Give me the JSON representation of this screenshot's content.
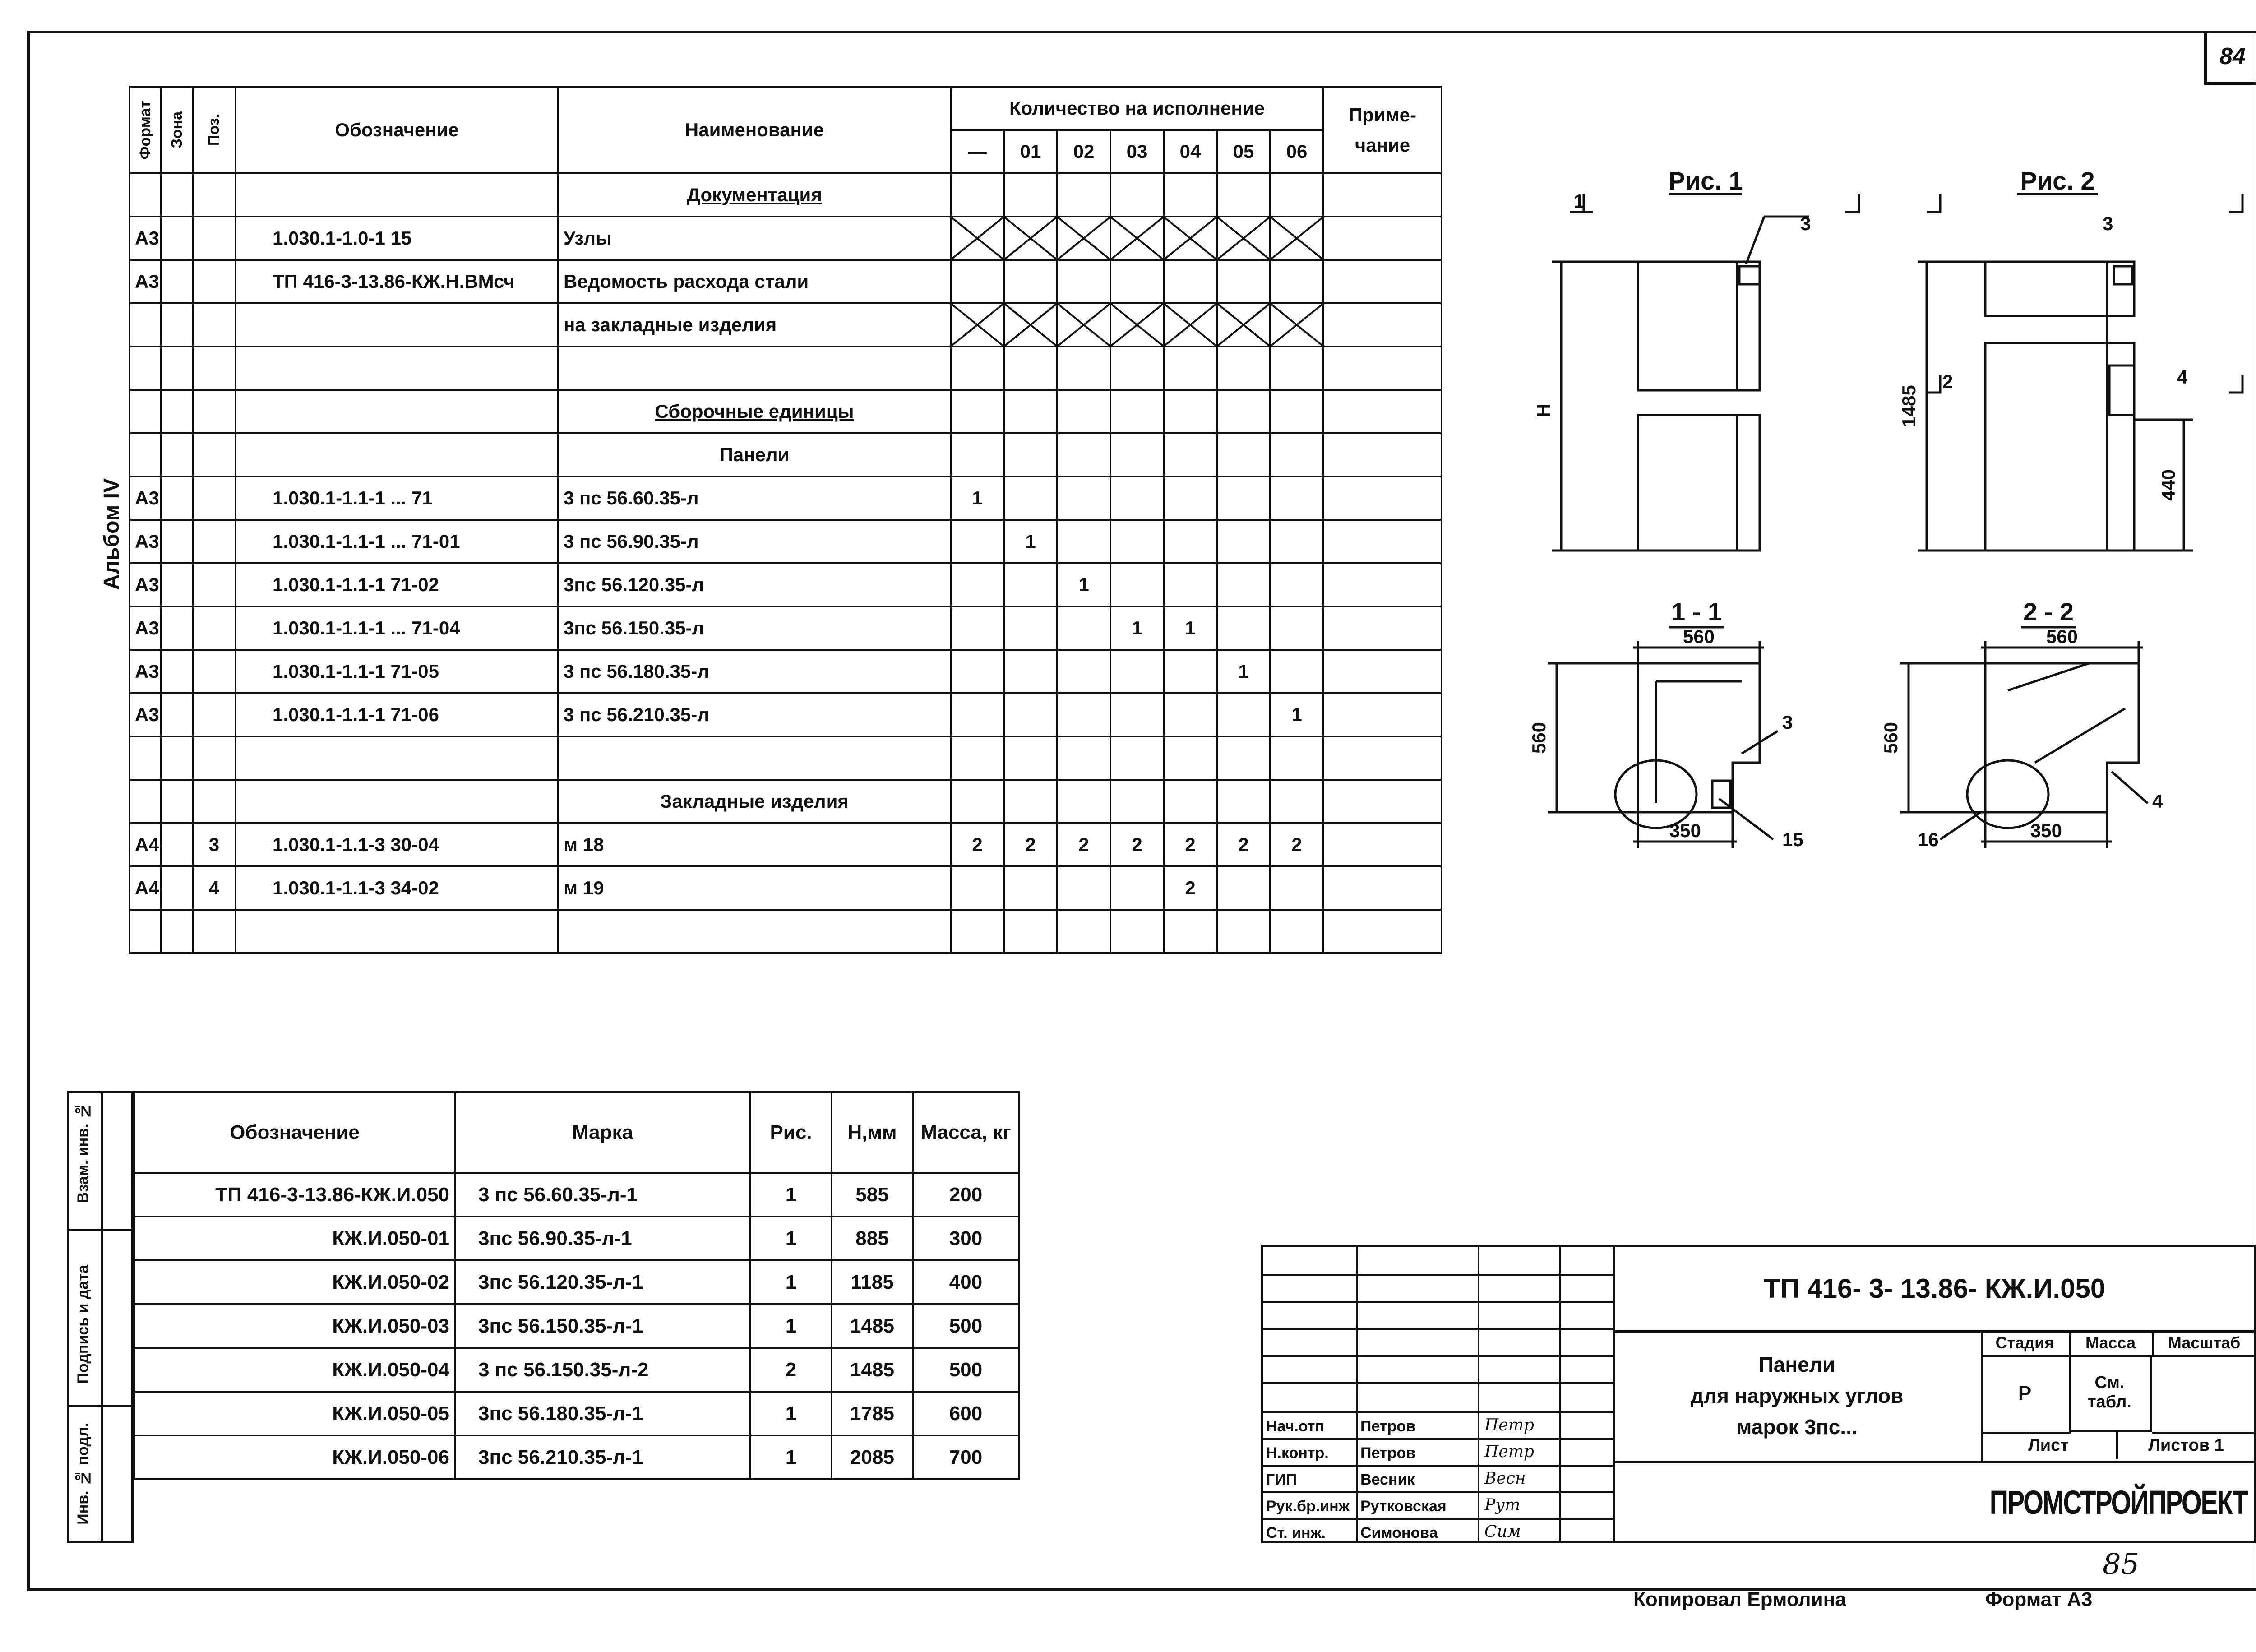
{
  "sheet_number": "84",
  "handwritten_number": "85",
  "album_label": "Альбом IV",
  "spec": {
    "headers": {
      "format": "Формат",
      "zone": "Зона",
      "pos": "Поз.",
      "designation": "Обозначение",
      "name": "Наименование",
      "qty": "Количество на исполнение",
      "note": "Приме-чание",
      "variants": [
        "—",
        "01",
        "02",
        "03",
        "04",
        "05",
        "06"
      ]
    },
    "rows": [
      {
        "fmt": "",
        "zone": "",
        "pos": "",
        "des": "",
        "name": "Документация",
        "q": [
          "",
          "",
          "",
          "",
          "",
          "",
          ""
        ],
        "heading": true,
        "x": false
      },
      {
        "fmt": "А3",
        "zone": "",
        "pos": "",
        "des": "1.030.1-1.0-1    15",
        "name": "Узлы",
        "q": [
          "",
          "",
          "",
          "",
          "",
          "",
          ""
        ],
        "heading": false,
        "x": true
      },
      {
        "fmt": "А3",
        "zone": "",
        "pos": "",
        "des": "ТП 416-3-13.86-КЖ.Н.ВМсч",
        "name": "Ведомость расхода стали",
        "q": [
          "",
          "",
          "",
          "",
          "",
          "",
          ""
        ],
        "heading": false,
        "x": false
      },
      {
        "fmt": "",
        "zone": "",
        "pos": "",
        "des": "",
        "name": "на закладные изделия",
        "q": [
          "",
          "",
          "",
          "",
          "",
          "",
          ""
        ],
        "heading": false,
        "x": true
      },
      {
        "fmt": "",
        "zone": "",
        "pos": "",
        "des": "",
        "name": "",
        "q": [
          "",
          "",
          "",
          "",
          "",
          "",
          ""
        ],
        "heading": false,
        "x": false
      },
      {
        "fmt": "",
        "zone": "",
        "pos": "",
        "des": "",
        "name": "Сборочные единицы",
        "q": [
          "",
          "",
          "",
          "",
          "",
          "",
          ""
        ],
        "heading": true,
        "x": false
      },
      {
        "fmt": "",
        "zone": "",
        "pos": "",
        "des": "",
        "name": "Панели",
        "q": [
          "",
          "",
          "",
          "",
          "",
          "",
          ""
        ],
        "heading": false,
        "centered": true,
        "x": false
      },
      {
        "fmt": "А3",
        "zone": "",
        "pos": "",
        "des": "1.030.1-1.1-1 ... 71",
        "name": "3 пс 56.60.35-л",
        "q": [
          "1",
          "",
          "",
          "",
          "",
          "",
          ""
        ],
        "heading": false,
        "x": false
      },
      {
        "fmt": "А3",
        "zone": "",
        "pos": "",
        "des": "1.030.1-1.1-1 ... 71-01",
        "name": "3 пс 56.90.35-л",
        "q": [
          "",
          "1",
          "",
          "",
          "",
          "",
          ""
        ],
        "heading": false,
        "x": false
      },
      {
        "fmt": "А3",
        "zone": "",
        "pos": "",
        "des": "1.030.1-1.1-1    71-02",
        "name": "3пс 56.120.35-л",
        "q": [
          "",
          "",
          "1",
          "",
          "",
          "",
          ""
        ],
        "heading": false,
        "x": false
      },
      {
        "fmt": "А3",
        "zone": "",
        "pos": "",
        "des": "1.030.1-1.1-1 ... 71-04",
        "name": "3пс 56.150.35-л",
        "q": [
          "",
          "",
          "",
          "1",
          "1",
          "",
          ""
        ],
        "heading": false,
        "x": false
      },
      {
        "fmt": "А3",
        "zone": "",
        "pos": "",
        "des": "1.030.1-1.1-1    71-05",
        "name": "3 пс 56.180.35-л",
        "q": [
          "",
          "",
          "",
          "",
          "",
          "1",
          ""
        ],
        "heading": false,
        "x": false
      },
      {
        "fmt": "А3",
        "zone": "",
        "pos": "",
        "des": "1.030.1-1.1-1    71-06",
        "name": "3 пс 56.210.35-л",
        "q": [
          "",
          "",
          "",
          "",
          "",
          "",
          "1"
        ],
        "heading": false,
        "x": false
      },
      {
        "fmt": "",
        "zone": "",
        "pos": "",
        "des": "",
        "name": "",
        "q": [
          "",
          "",
          "",
          "",
          "",
          "",
          ""
        ],
        "heading": false,
        "x": false
      },
      {
        "fmt": "",
        "zone": "",
        "pos": "",
        "des": "",
        "name": "Закладные изделия",
        "q": [
          "",
          "",
          "",
          "",
          "",
          "",
          ""
        ],
        "heading": false,
        "centered": true,
        "x": false
      },
      {
        "fmt": "А4",
        "zone": "",
        "pos": "3",
        "des": "1.030.1-1.1-3      30-04",
        "name": "м 18",
        "q": [
          "2",
          "2",
          "2",
          "2",
          "2",
          "2",
          "2"
        ],
        "heading": false,
        "x": false
      },
      {
        "fmt": "А4",
        "zone": "",
        "pos": "4",
        "des": "1.030.1-1.1-3      34-02",
        "name": "м 19",
        "q": [
          "",
          "",
          "",
          "",
          "2",
          "",
          ""
        ],
        "heading": false,
        "x": false
      },
      {
        "fmt": "",
        "zone": "",
        "pos": "",
        "des": "",
        "name": "",
        "q": [
          "",
          "",
          "",
          "",
          "",
          "",
          ""
        ],
        "heading": false,
        "x": false
      }
    ]
  },
  "side_stamp": [
    "Взам. инв. №",
    "Подпись и дата",
    "Инв. № подл."
  ],
  "marks_table": {
    "headers": [
      "Обозначение",
      "Марка",
      "Рис.",
      "Н,мм",
      "Масса, кг"
    ],
    "rows": [
      [
        "ТП 416-3-13.86-КЖ.И.050",
        "3 пс 56.60.35-л-1",
        "1",
        "585",
        "200"
      ],
      [
        "КЖ.И.050-01",
        "3пс 56.90.35-л-1",
        "1",
        "885",
        "300"
      ],
      [
        "КЖ.И.050-02",
        "3пс 56.120.35-л-1",
        "1",
        "1185",
        "400"
      ],
      [
        "КЖ.И.050-03",
        "3пс 56.150.35-л-1",
        "1",
        "1485",
        "500"
      ],
      [
        "КЖ.И.050-04",
        "3 пс 56.150.35-л-2",
        "2",
        "1485",
        "500"
      ],
      [
        "КЖ.И.050-05",
        "3пс 56.180.35-л-1",
        "1",
        "1785",
        "600"
      ],
      [
        "КЖ.И.050-06",
        "3пс 56.210.35-л-1",
        "1",
        "2085",
        "700"
      ]
    ]
  },
  "figures": {
    "fig1": "Рис. 1",
    "fig2": "Рис. 2",
    "sec11": "1 - 1",
    "sec22": "2 - 2",
    "dims": {
      "h": "Н",
      "h1485": "1485",
      "h440": "440",
      "w560a": "560",
      "w560b": "560",
      "h560a": "560",
      "h560b": "560",
      "w350a": "350",
      "w350b": "350"
    },
    "callouts": {
      "c3a": "3",
      "c3b": "3",
      "c3c": "3",
      "c4a": "4",
      "c4b": "4",
      "c15": "15",
      "c16": "16"
    },
    "cut_marks": {
      "s1": "1",
      "s2": "2"
    }
  },
  "title_block": {
    "code": "ТП 416- 3- 13.86- КЖ.И.050",
    "title": [
      "Панели",
      "для наружных углов",
      "марок 3пс..."
    ],
    "stage_label": "Стадия",
    "mass_label": "Масса",
    "scale_label": "Масштаб",
    "stage": "Р",
    "mass": "См. табл.",
    "sheet_label": "Лист",
    "sheets_label": "Листов 1",
    "org": "ПРОМСТРОЙПРОЕКТ",
    "people": [
      {
        "role": "Нач.отп",
        "name": "Петров",
        "sign": "Петр"
      },
      {
        "role": "Н.контр.",
        "name": "Петров",
        "sign": "Петр"
      },
      {
        "role": "ГИП",
        "name": "Весник",
        "sign": "Весн"
      },
      {
        "role": "Рук.бр.инж",
        "name": "Рутковская",
        "sign": "Рут"
      },
      {
        "role": "Ст. инж.",
        "name": "Симонова",
        "sign": "Сим"
      }
    ]
  },
  "footer": {
    "copied": "Копировал Ермолина",
    "format": "Формат А3"
  }
}
